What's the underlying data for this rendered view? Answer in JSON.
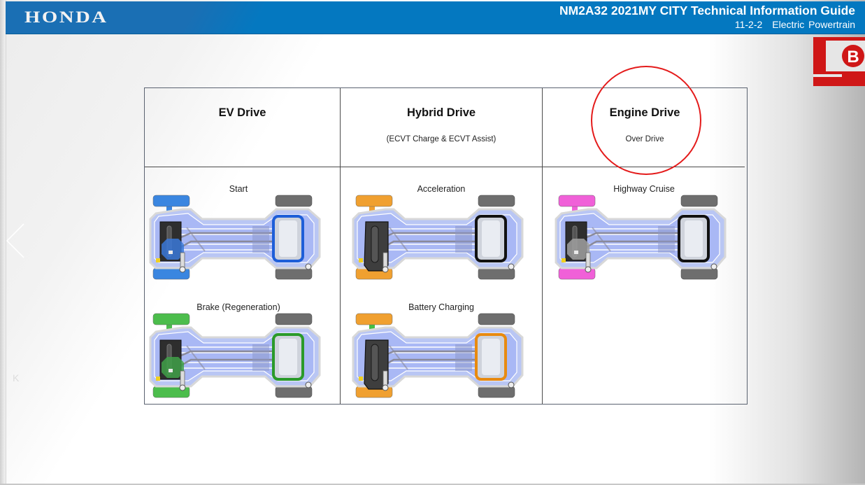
{
  "header": {
    "logo": "HONDA",
    "title": "NM2A32 2021MY CITY Technical Information Guide",
    "section_number": "11-2-2",
    "section_name": "Electric Powertrain",
    "background_color": "#0478c0"
  },
  "badge": {
    "letter": "B",
    "color": "#d01818"
  },
  "navigation": {
    "prev_icon": "chevron-left-icon",
    "first_icon": "first-page-icon",
    "first_glyph": "K"
  },
  "table": {
    "columns": [
      {
        "title": "EV Drive",
        "subtitle": ""
      },
      {
        "title": "Hybrid Drive",
        "subtitle": "(ECVT Charge & ECVT Assist)"
      },
      {
        "title": "Engine Drive",
        "subtitle": "Over Drive"
      }
    ],
    "modes": [
      {
        "column": 0,
        "label": "Start",
        "front_axle_color": "#3a86e0",
        "motor_color": "#3a78d8",
        "battery_outline": "#1e5ed8",
        "engine_active": false
      },
      {
        "column": 0,
        "label": "Brake (Regeneration)",
        "front_axle_color": "#4cbd4c",
        "motor_color": "#3fa048",
        "battery_outline": "#2a9a2a",
        "engine_active": false
      },
      {
        "column": 1,
        "label": "Acceleration",
        "front_axle_color": "#f0a030",
        "motor_color": "#3a3a3a",
        "battery_outline": "#111111",
        "engine_active": true
      },
      {
        "column": 1,
        "label": "Battery Charging",
        "front_axle_color": "#f0a030",
        "axle_shaft_color": "#44c044",
        "motor_color": "#3a3a3a",
        "battery_outline": "#e88a10",
        "engine_active": true
      },
      {
        "column": 2,
        "label": "Highway Cruise",
        "front_axle_color": "#f060d8",
        "motor_color": "#a0a0a0",
        "battery_outline": "#111111",
        "engine_active": false
      }
    ],
    "highlight_color": "#e41b1b"
  }
}
